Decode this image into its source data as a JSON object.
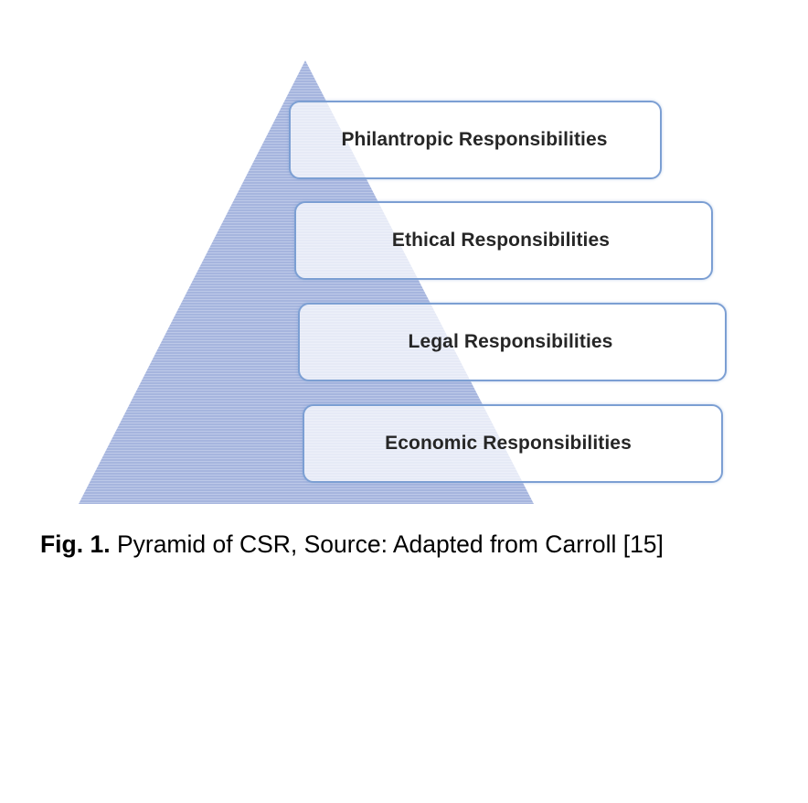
{
  "diagram": {
    "type": "pyramid",
    "colors": {
      "pyramid_fill": "#a6b5de",
      "pyramid_stripe": "#bdc9e8",
      "box_border": "#7c9fd3",
      "label_text": "#262626"
    },
    "layers": [
      {
        "label": "Philantropic Responsibilities"
      },
      {
        "label": "Ethical Responsibilities"
      },
      {
        "label": "Legal Responsibilities"
      },
      {
        "label": "Economic Responsibilities"
      }
    ]
  },
  "caption": {
    "label": "Fig. 1.",
    "text": " Pyramid of CSR, Source: Adapted from Carroll [15]"
  }
}
